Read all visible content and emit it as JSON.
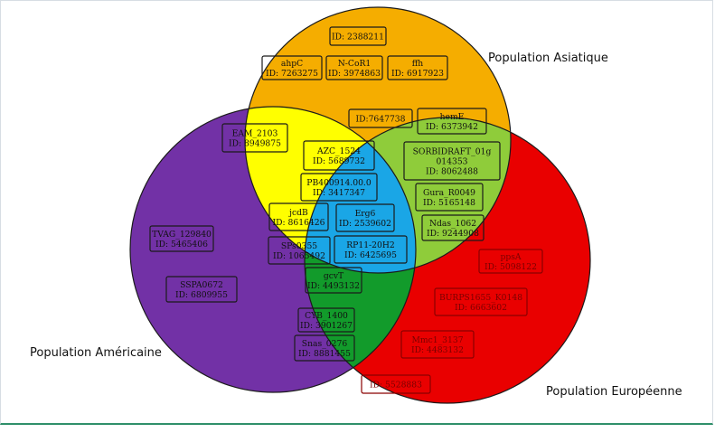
{
  "populations": {
    "asia": "Population Asiatique",
    "america": "Population Américaine",
    "europe": "Population Européenne"
  },
  "colors": {
    "asia": "#f5ad00",
    "america": "#7231a6",
    "europe": "#e90000",
    "asia_america": "#ffff00",
    "asia_europe": "#8fcc3a",
    "america_europe": "#129b2b",
    "all": "#1aa6e6"
  },
  "genes": [
    {
      "lines": [
        "ID: 2388211"
      ],
      "region": "asia"
    },
    {
      "lines": [
        "ahpC",
        "ID: 7263275"
      ],
      "region": "asia"
    },
    {
      "lines": [
        "N-CoR1",
        "ID: 3974863"
      ],
      "region": "asia"
    },
    {
      "lines": [
        "ffh",
        "ID: 6917923"
      ],
      "region": "asia"
    },
    {
      "lines": [
        "EAM_2103",
        "ID: 8949875"
      ],
      "region": "asia_america"
    },
    {
      "lines": [
        "ID:7647738"
      ],
      "region": "asia_europe"
    },
    {
      "lines": [
        "hemE",
        "ID: 6373942"
      ],
      "region": "asia_europe"
    },
    {
      "lines": [
        "SORBIDRAFT_01g",
        "014353",
        "ID: 8062488"
      ],
      "region": "asia_europe"
    },
    {
      "lines": [
        "Gura_R0049",
        "ID: 5165148"
      ],
      "region": "asia_europe"
    },
    {
      "lines": [
        "Ndas_1062",
        "ID: 9244908"
      ],
      "region": "asia_europe"
    },
    {
      "lines": [
        "AZC_1524",
        "ID: 5689732"
      ],
      "region": "all"
    },
    {
      "lines": [
        "PB400914.00.0",
        "ID: 3417347"
      ],
      "region": "all"
    },
    {
      "lines": [
        "jcdB",
        "ID: 8616426"
      ],
      "region": "all"
    },
    {
      "lines": [
        "Erg6",
        "ID: 2539602"
      ],
      "region": "all"
    },
    {
      "lines": [
        "SPs0355",
        "ID: 1065492"
      ],
      "region": "all"
    },
    {
      "lines": [
        "RP11-20H2",
        "ID: 6425695"
      ],
      "region": "all"
    },
    {
      "lines": [
        "gcvT",
        "ID: 4493132"
      ],
      "region": "all"
    },
    {
      "lines": [
        "TVAG_129840",
        "ID: 5465406"
      ],
      "region": "america"
    },
    {
      "lines": [
        "SSPA0672",
        "ID: 6809955"
      ],
      "region": "america"
    },
    {
      "lines": [
        "CYB_1400",
        "ID: 3901267"
      ],
      "region": "america_europe"
    },
    {
      "lines": [
        "Snas_0276",
        "ID: 8881455"
      ],
      "region": "america_europe"
    },
    {
      "lines": [
        "ppsA",
        "ID: 5098122"
      ],
      "region": "europe"
    },
    {
      "lines": [
        "BURPS1655_K0148",
        "ID: 6663602"
      ],
      "region": "europe"
    },
    {
      "lines": [
        "Mmc1_3137",
        "ID: 4483132"
      ],
      "region": "europe"
    },
    {
      "lines": [
        "ID: 5528883"
      ],
      "region": "europe"
    }
  ]
}
